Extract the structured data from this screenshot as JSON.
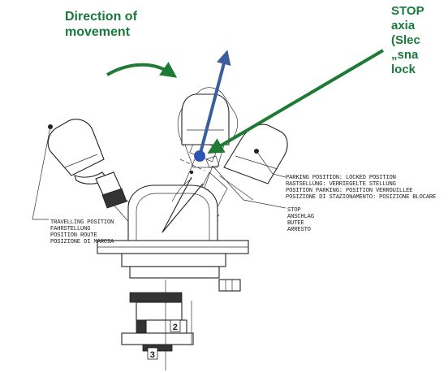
{
  "callouts": {
    "direction": {
      "line1": "Direction of",
      "line2": "movement"
    },
    "stop": {
      "line1": "STOP",
      "line2": "axia",
      "line3": "(Slec",
      "line4": "„sna",
      "line5": "lock"
    }
  },
  "labels": {
    "parking": [
      "PARKING POSITION: LOCKED POSITION",
      "RASTSELLUNG: VERRIEGELTE STELLUNG",
      "POSITION PARKING: POSITION VERROUILLEE",
      "POSIZIONE DI STAZIONAMENTO: POSIZIONE BLOCARE"
    ],
    "stop": [
      "STOP",
      "ANSCHLAG",
      "BUTEE",
      "ARRESTO"
    ],
    "travelling": [
      "TRAVELLING POSITION",
      "FAHRSTELLUNG",
      "POSITION ROUTE",
      "POSIZIONE DI MARCIA"
    ],
    "part_numbers": {
      "a": "2",
      "b": "3"
    }
  },
  "colors": {
    "callout_text": "#1a7a3c",
    "green_arrow": "#1e7a35",
    "blue_arrow": "#3a5f9c",
    "blue_dot": "#2d54b5",
    "drawing_line": "#222222"
  }
}
